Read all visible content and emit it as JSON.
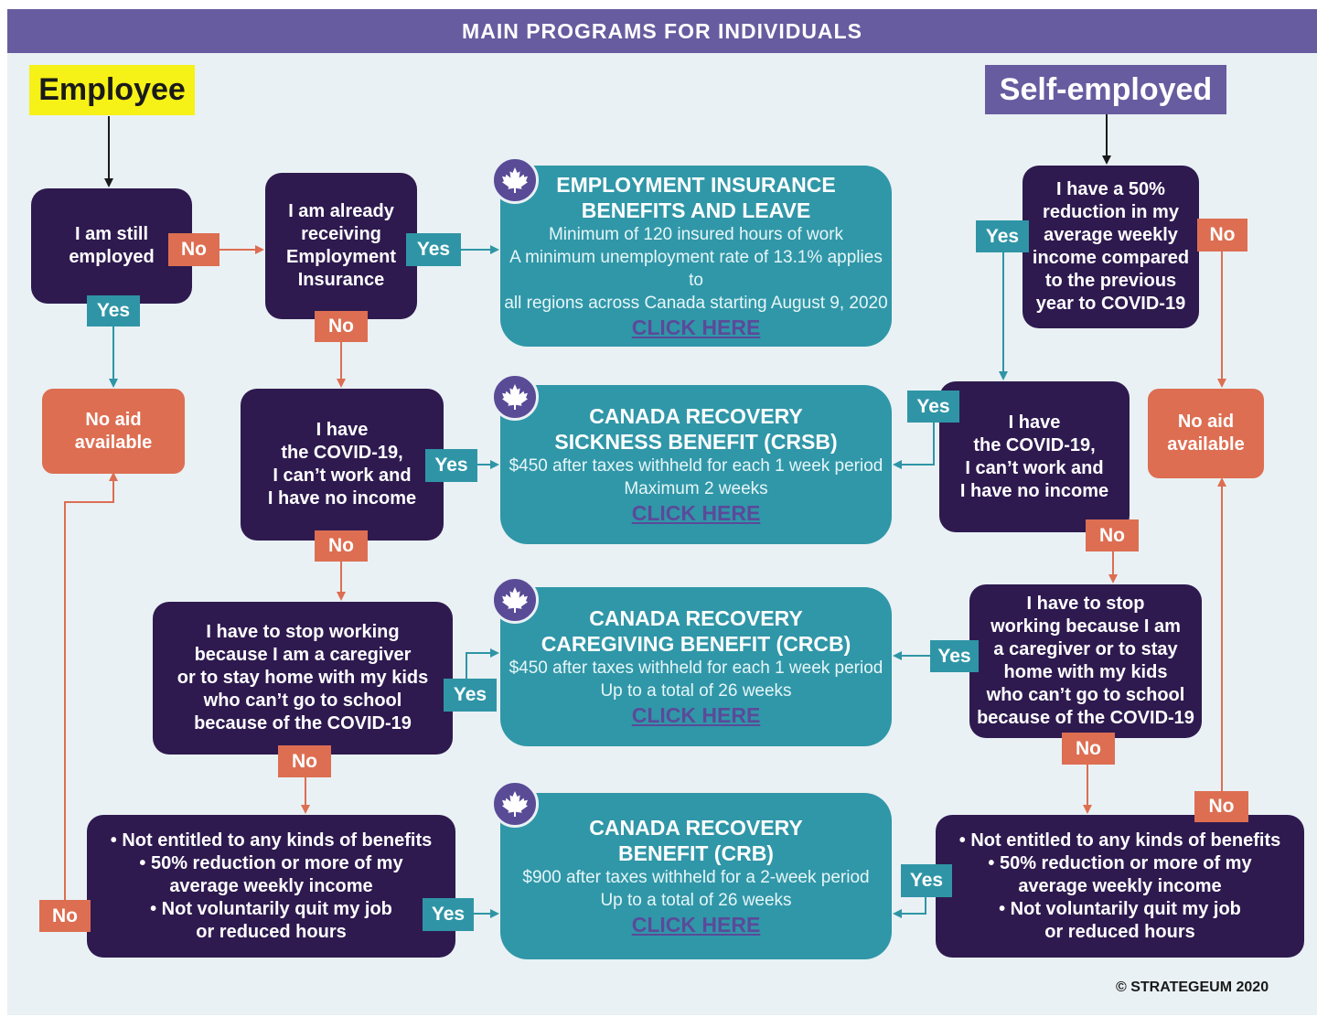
{
  "title": "MAIN PROGRAMS FOR INDIVIDUALS",
  "colors": {
    "header": "#675c9f",
    "question": "#2e1a4f",
    "program": "#3097a8",
    "no_aid": "#dd6e52",
    "yes": "#2f95a6",
    "no": "#dd6e52",
    "employee_tag": "#f6f117",
    "link": "#5b4a9a"
  },
  "labels": {
    "employee": "Employee",
    "self_employed": "Self-employed",
    "yes": "Yes",
    "no": "No"
  },
  "employee": {
    "still_employed": "I am still\nemployed",
    "receiving_ei": "I am already\nreceiving\nEmployment\nInsurance",
    "covid": "I have\nthe COVID-19,\nI can’t work and\nI have no income",
    "caregiver": "I have to stop working\nbecause I am a caregiver\nor to stay home with my kids\nwho can’t go to school\nbecause of the COVID-19",
    "crb_criteria": "• Not entitled to any kinds of benefits\n• 50% reduction or more of my\naverage weekly income\n• Not voluntarily quit my job\nor reduced hours",
    "no_aid": "No aid\navailable"
  },
  "self_employed": {
    "reduction": "I have a 50%\nreduction in my\naverage weekly\nincome compared\nto the previous\nyear to COVID-19",
    "covid": "I have\nthe COVID-19,\nI can’t work and\nI have no income",
    "caregiver": "I have to stop\nworking because I am\na caregiver or to stay\nhome with my kids\nwho can’t go to school\nbecause of the COVID-19",
    "crb_criteria": "• Not entitled to any kinds of benefits\n• 50% reduction or more of my\naverage weekly income\n• Not voluntarily quit my job\nor reduced hours",
    "no_aid": "No aid\navailable"
  },
  "programs": [
    {
      "title": "EMPLOYMENT INSURANCE\nBENEFITS AND LEAVE",
      "lines": [
        "Minimum of 120 insured hours of work",
        "A minimum unemployment rate of 13.1% applies to",
        "all regions across Canada starting August 9, 2020"
      ],
      "link": "CLICK HERE"
    },
    {
      "title": "CANADA RECOVERY\nSICKNESS BENEFIT (CRSB)",
      "lines": [
        "$450 after taxes withheld for each 1 week period",
        "Maximum 2 weeks"
      ],
      "link": "CLICK HERE"
    },
    {
      "title": "CANADA RECOVERY\nCAREGIVING BENEFIT (CRCB)",
      "lines": [
        "$450 after taxes withheld for each 1 week period",
        "Up to a total of 26 weeks"
      ],
      "link": "CLICK HERE"
    },
    {
      "title": "CANADA RECOVERY\nBENEFIT (CRB)",
      "lines": [
        "$900 after taxes withheld for a 2-week period",
        "Up to a total of 26 weeks"
      ],
      "link": "CLICK HERE"
    }
  ],
  "copyright": "© STRATEGEUM 2020"
}
